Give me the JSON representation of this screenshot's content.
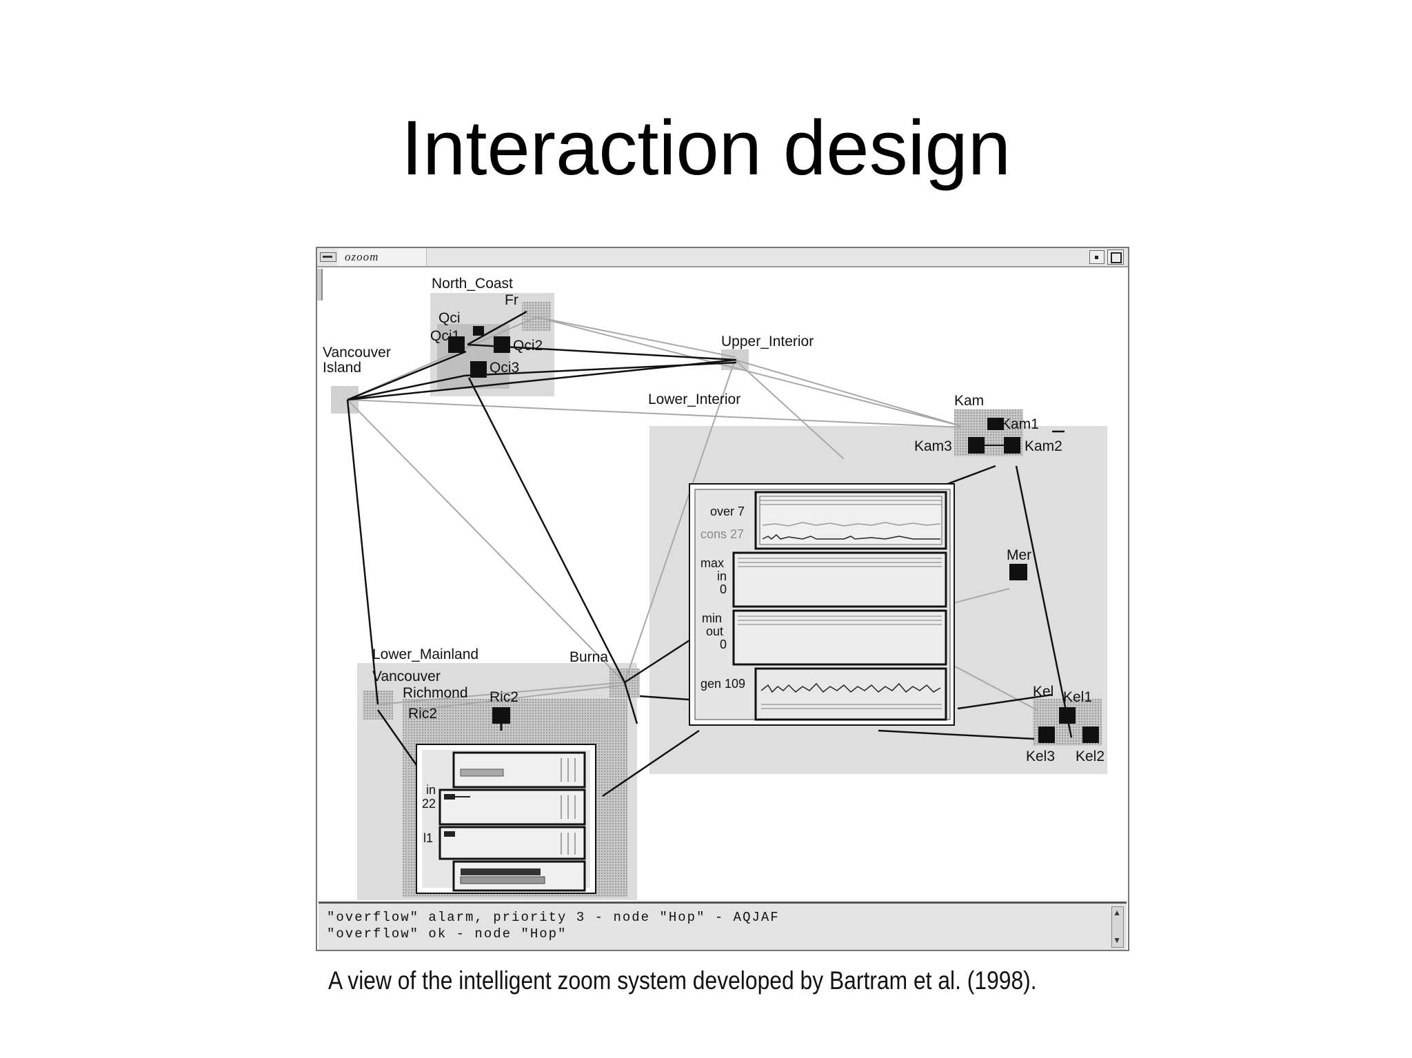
{
  "slide": {
    "title": "Interaction design",
    "caption": "A view of the intelligent zoom system developed by Bartram et al. (1998)."
  },
  "window": {
    "title": "ozoom"
  },
  "regions": {
    "north_coast": "North_Coast",
    "fr": "Fr",
    "qci": "Qci",
    "qci1": "Qci1",
    "qci2": "Qci2",
    "qci3": "Qci3",
    "vancouver_island_1": "Vancouver",
    "vancouver_island_2": "Island",
    "upper_interior": "Upper_Interior",
    "lower_interior": "Lower_Interior",
    "kam": "Kam",
    "kam1": "Kam1",
    "kam2": "Kam2",
    "kam3": "Kam3",
    "mer": "Mer",
    "kel": "Kel",
    "kel1": "Kel1",
    "kel2": "Kel2",
    "kel3": "Kel3",
    "lower_mainland": "Lower_Mainland",
    "burna": "Burna",
    "vancouver": "Vancouver",
    "richmond": "Richmond",
    "ric2_a": "Ric2",
    "ric2_b": "Ric2"
  },
  "detail_panel": {
    "over": "over 7",
    "cons": "cons 27",
    "max_1": "max",
    "max_2": "in",
    "max_3": "0",
    "min_1": "min",
    "min_2": "out",
    "min_3": "0",
    "gen": "gen 109"
  },
  "ric_panel": {
    "in_1": "in",
    "in_2": "22",
    "l1": "l1"
  },
  "status": {
    "line1": "\"overflow\" alarm, priority 3 - node \"Hop\" - AQJAF",
    "line2": "\"overflow\" ok - node \"Hop\""
  },
  "colors": {
    "region_fill": "#dcdcdc",
    "node_fill": "#111111",
    "hatched_node": "#bdbdbd",
    "link_dark": "#111111",
    "link_light": "#a8a8a8"
  }
}
